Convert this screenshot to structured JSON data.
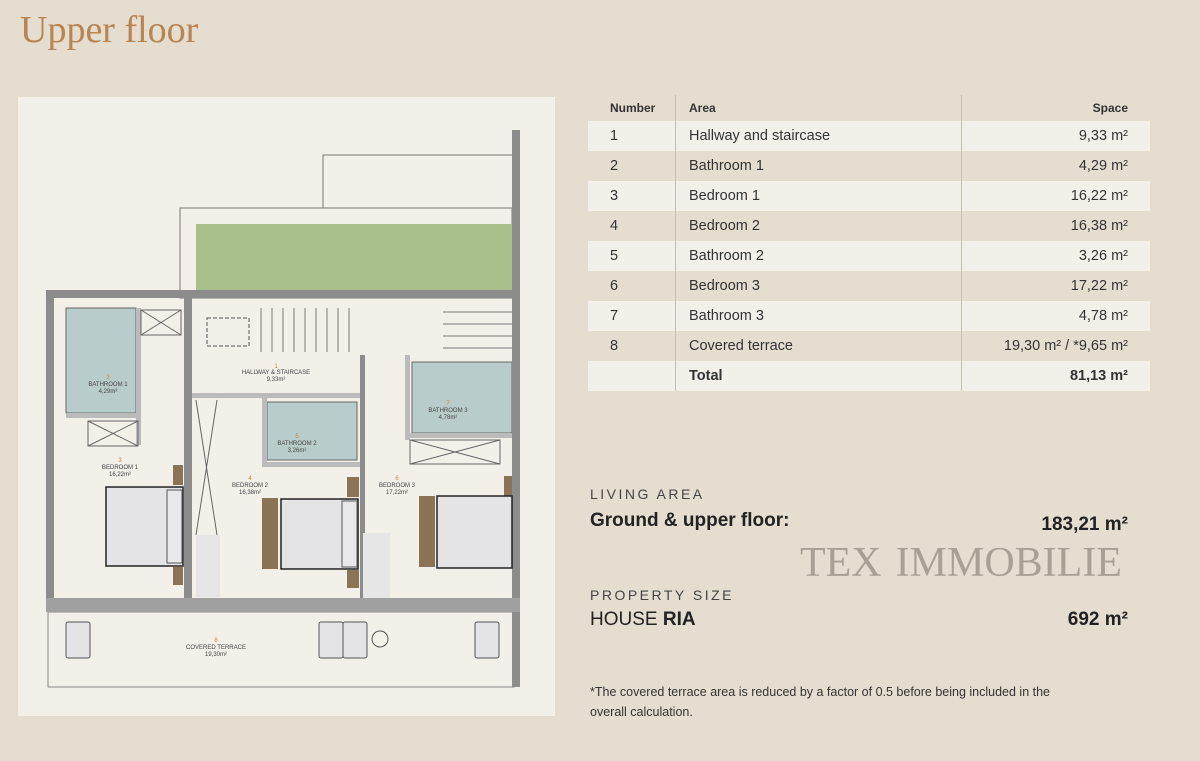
{
  "page_title": "Upper floor",
  "watermark": {
    "line1": "TEX",
    "line2": "IMMOBILIE"
  },
  "plan": {
    "rooms": [
      {
        "number": "1",
        "name": "HALLWAY & STAIRCASE",
        "area": "9,33m²"
      },
      {
        "number": "2",
        "name": "BATHROOM 1",
        "area": "4,29m²"
      },
      {
        "number": "3",
        "name": "BEDROOM 1",
        "area": "16,22m²"
      },
      {
        "number": "4",
        "name": "BEDROOM 2",
        "area": "16,38m²"
      },
      {
        "number": "5",
        "name": "BATHROOM 2",
        "area": "3,26m²"
      },
      {
        "number": "6",
        "name": "BEDROOM 3",
        "area": "17,22m²"
      },
      {
        "number": "7",
        "name": "BATHROOM 3",
        "area": "4,78m²"
      },
      {
        "number": "8",
        "name": "COVERED TERRACE",
        "area": "19,30m²"
      }
    ]
  },
  "table": {
    "headers": {
      "number": "Number",
      "area": "Area",
      "space": "Space"
    },
    "rows": [
      {
        "number": "1",
        "area": "Hallway and staircase",
        "space": "9,33 m²"
      },
      {
        "number": "2",
        "area": "Bathroom 1",
        "space": "4,29 m²"
      },
      {
        "number": "3",
        "area": "Bedroom 1",
        "space": "16,22 m²"
      },
      {
        "number": "4",
        "area": "Bedroom 2",
        "space": "16,38 m²"
      },
      {
        "number": "5",
        "area": "Bathroom 2",
        "space": "3,26 m²"
      },
      {
        "number": "6",
        "area": "Bedroom 3",
        "space": "17,22 m²"
      },
      {
        "number": "7",
        "area": "Bathroom 3",
        "space": "4,78 m²"
      },
      {
        "number": "8",
        "area": "Covered terrace",
        "space": "19,30 m² / *9,65 m²"
      }
    ],
    "total": {
      "label": "Total",
      "space": "81,13 m²"
    }
  },
  "living_area": {
    "label": "LIVING AREA",
    "title": "Ground & upper floor:",
    "value": "183,21 m²"
  },
  "property_size": {
    "label": "PROPERTY SIZE",
    "prefix": "HOUSE ",
    "name": "RIA",
    "value": "692 m²"
  },
  "note": "*The covered terrace area is reduced by a factor of 0.5 before being included in the overall calculation."
}
